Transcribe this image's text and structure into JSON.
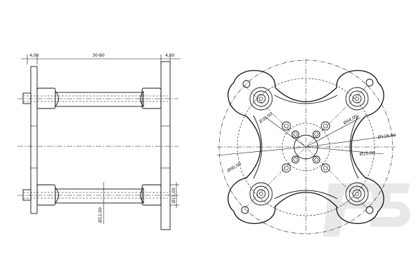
{
  "side_view": {
    "dim_left": "4,00",
    "dim_span": "30-80",
    "dim_right": "4,00",
    "dim_standoff_dia": "Ø12,00",
    "dim_collar_dia": "Ø15,00"
  },
  "front_view": {
    "dim_inner_bolt": "Ø38,00",
    "dim_mid_bolt": "Ø44,00",
    "dim_outer_circle": "Ø118,00",
    "dim_center_hole": "Ø20,00",
    "dim_bolt_circle": "Ø90,00"
  }
}
